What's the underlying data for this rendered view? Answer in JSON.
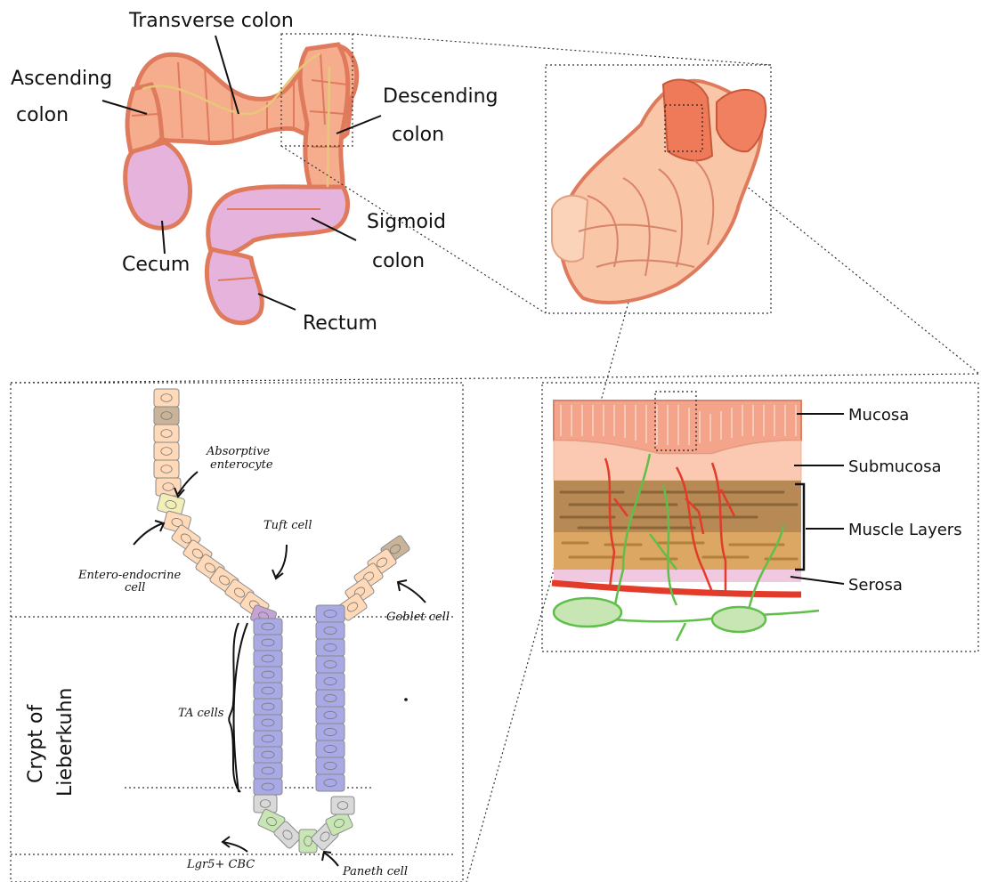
{
  "colon_labels": {
    "transverse": "Transverse colon",
    "ascending_1": "Ascending",
    "ascending_2": "colon",
    "descending_1": "Descending",
    "descending_2": "colon",
    "cecum": "Cecum",
    "sigmoid_1": "Sigmoid",
    "sigmoid_2": "colon",
    "rectum": "Rectum"
  },
  "wall_labels": {
    "mucosa": "Mucosa",
    "submucosa": "Submucosa",
    "muscle": "Muscle Layers",
    "serosa": "Serosa"
  },
  "crypt_labels": {
    "title_1": "Crypt of",
    "title_2": "Lieberkuhn",
    "absorptive_1": "Absorptive",
    "absorptive_2": "enterocyte",
    "tuft": "Tuft cell",
    "entero_1": "Entero-endocrine",
    "entero_2": "cell",
    "goblet": "Goblet cell",
    "ta": "TA cells",
    "lgr5": "Lgr5+ CBC",
    "paneth": "Paneth cell"
  },
  "colors": {
    "colon_fill": "#f5ad8e",
    "colon_edge": "#e07a5c",
    "inner_fill": "#e6b3dd",
    "villus_top": "#ffd9b8",
    "ta_cells": "#a9a9e6",
    "base_cells": "#d9d9d9",
    "lgr5_cells": "#c8e6b4",
    "vessel_red": "#e23b2a",
    "nerve_green": "#5fbf4a",
    "muscle_brown": "#b78a55"
  }
}
